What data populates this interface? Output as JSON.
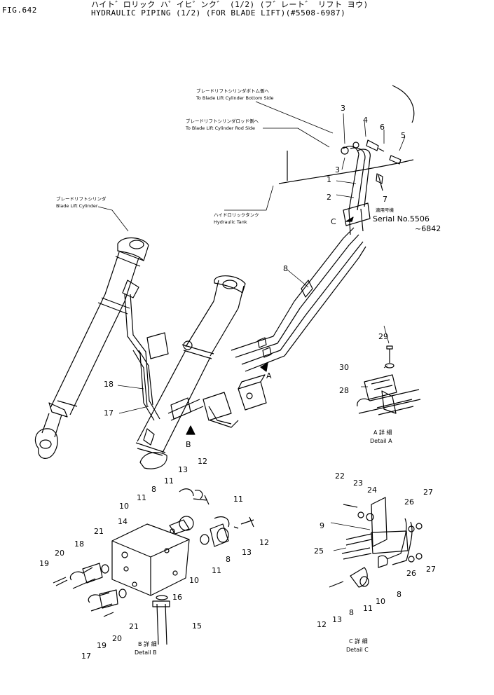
{
  "header": {
    "fig": "FIG.642",
    "title_jp": "ハイト゛ロリック ハ゜イヒ゜ンク゛ (1/2) (フ゛レート゛ リフト ヨウ)",
    "title_en": "HYDRAULIC PIPING (1/2) (FOR BLADE LIFT)(#5508-6987)"
  },
  "callouts": {
    "bottom_jp": "ブレードリフトシリンダボトム側へ",
    "bottom_en": "To Blade Lift Cylinder Bottom Side",
    "rod_jp": "ブレードリフトシリンダロッド側へ",
    "rod_en": "To Blade Lift Cylinder Rod Side",
    "tank_jp": "ハイドロリックタンク",
    "tank_en": "Hydraulic Tank",
    "cyl_jp": "ブレードリフトシリンダ",
    "cyl_en": "Blade Lift Cylinder",
    "serial_jp": "適用号機",
    "serial_en": "Serial No.5506",
    "serial_to": "~6842"
  },
  "details": {
    "a_jp": "A 詳 細",
    "a_en": "Detail A",
    "b_jp": "B 詳 細",
    "b_en": "Detail B",
    "c_jp": "C 詳 細",
    "c_en": "Detail C"
  },
  "view_markers": [
    "A",
    "B",
    "C"
  ],
  "part_numbers": {
    "n1": "1",
    "n2": "2",
    "n3a": "3",
    "n3b": "3",
    "n4": "4",
    "n5": "5",
    "n6": "6",
    "n7": "7",
    "n8": "8",
    "n17": "17",
    "n18": "18",
    "n28": "28",
    "n29": "29",
    "n30": "30",
    "b8a": "8",
    "b8b": "8",
    "b10a": "10",
    "b10b": "10",
    "b11a": "11",
    "b11b": "11",
    "b11c": "11",
    "b11d": "11",
    "b12a": "12",
    "b12b": "12",
    "b13a": "13",
    "b13b": "13",
    "b14": "14",
    "b15": "15",
    "b16": "16",
    "b17": "17",
    "b18": "18",
    "b19a": "19",
    "b19b": "19",
    "b20a": "20",
    "b20b": "20",
    "b21a": "21",
    "b21b": "21",
    "c8a": "8",
    "c8b": "8",
    "c9": "9",
    "c10": "10",
    "c11": "11",
    "c12": "12",
    "c13": "13",
    "c22": "22",
    "c23": "23",
    "c24": "24",
    "c25": "25",
    "c26a": "26",
    "c26b": "26",
    "c27a": "27",
    "c27b": "27"
  }
}
